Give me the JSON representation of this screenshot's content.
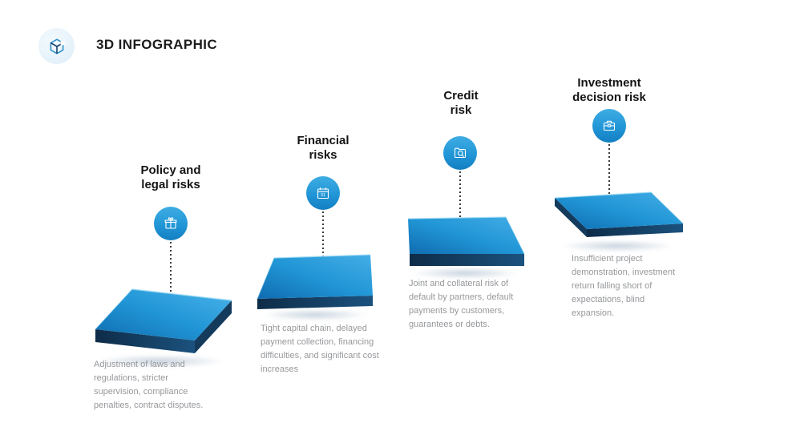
{
  "header": {
    "title": "3D INFOGRAPHIC",
    "logo_icon": "cube-icon"
  },
  "colors": {
    "accent_blue": "#2196d6",
    "circle_gradient_top": "#3fade4",
    "circle_gradient_bottom": "#137fc2",
    "platform_top_light": "#4ab3ea",
    "platform_top_dark": "#1070b4",
    "platform_side_dark": "#102f4d",
    "platform_side_light": "#1b527e",
    "title_text": "#141414",
    "description_text": "#96989b",
    "dotted_line": "#3a3a3a",
    "logo_badge_bg": "#e4f1fa"
  },
  "steps": [
    {
      "title_lines": [
        "Policy and",
        "legal risks"
      ],
      "icon": "gift-icon",
      "description": "Adjustment of laws and regulations, stricter supervision, compliance penalties, contract disputes."
    },
    {
      "title_lines": [
        "Financial",
        "risks"
      ],
      "icon": "calendar-31-icon",
      "description": "Tight capital chain, delayed payment collection, financing difficulties, and significant cost increases"
    },
    {
      "title_lines": [
        "Credit",
        "risk"
      ],
      "icon": "folder-search-icon",
      "description": "Joint and collateral risk of default by partners, default payments by customers, guarantees or debts."
    },
    {
      "title_lines": [
        "Investment",
        "decision risk"
      ],
      "icon": "briefcase-icon",
      "description": "Insufficient project demonstration, investment return falling short of expectations, blind expansion."
    }
  ]
}
